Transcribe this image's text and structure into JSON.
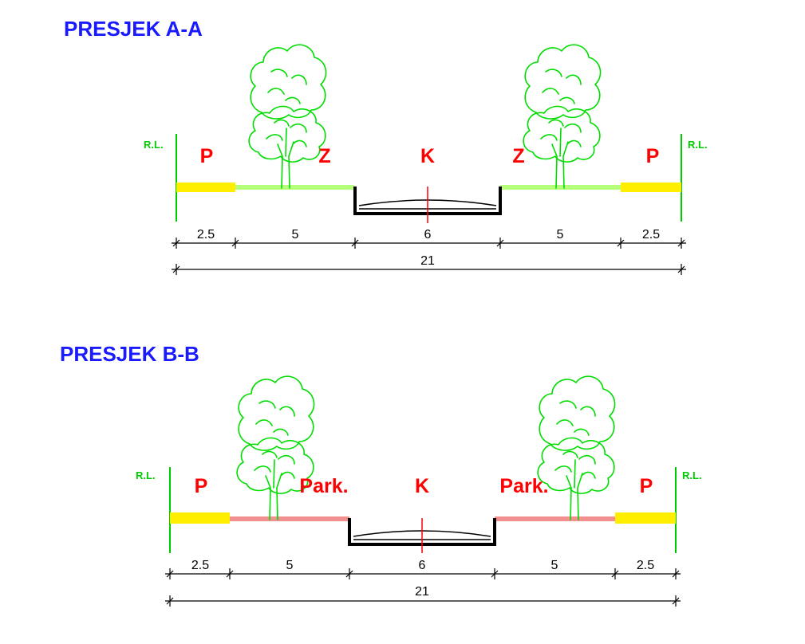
{
  "colors": {
    "title": "#1a1aff",
    "zone_label": "#ff0000",
    "rl": "#00cc00",
    "sidewalk": "#ffee00",
    "green_strip": "#b6ff7a",
    "parking_strip": "#f29090",
    "tree": "#00dd00",
    "road": "#000000",
    "axis": "#ff0000",
    "dims": "#000000"
  },
  "section_a": {
    "title": "PRESJEK A-A",
    "rl_left": "R.L.",
    "rl_right": "R.L.",
    "zones": [
      "P",
      "Z",
      "K",
      "Z",
      "P"
    ],
    "dims": [
      "2.5",
      "5",
      "6",
      "5",
      "2.5"
    ],
    "total": "21"
  },
  "section_b": {
    "title": "PRESJEK B-B",
    "rl_left": "R.L.",
    "rl_right": "R.L.",
    "zones": [
      "P",
      "Park.",
      "K",
      "Park.",
      "P"
    ],
    "dims": [
      "2.5",
      "5",
      "6",
      "5",
      "2.5"
    ],
    "total": "21"
  },
  "icons": {
    "tree": "tree-icon",
    "dimension_tick": "dimension-tick"
  }
}
